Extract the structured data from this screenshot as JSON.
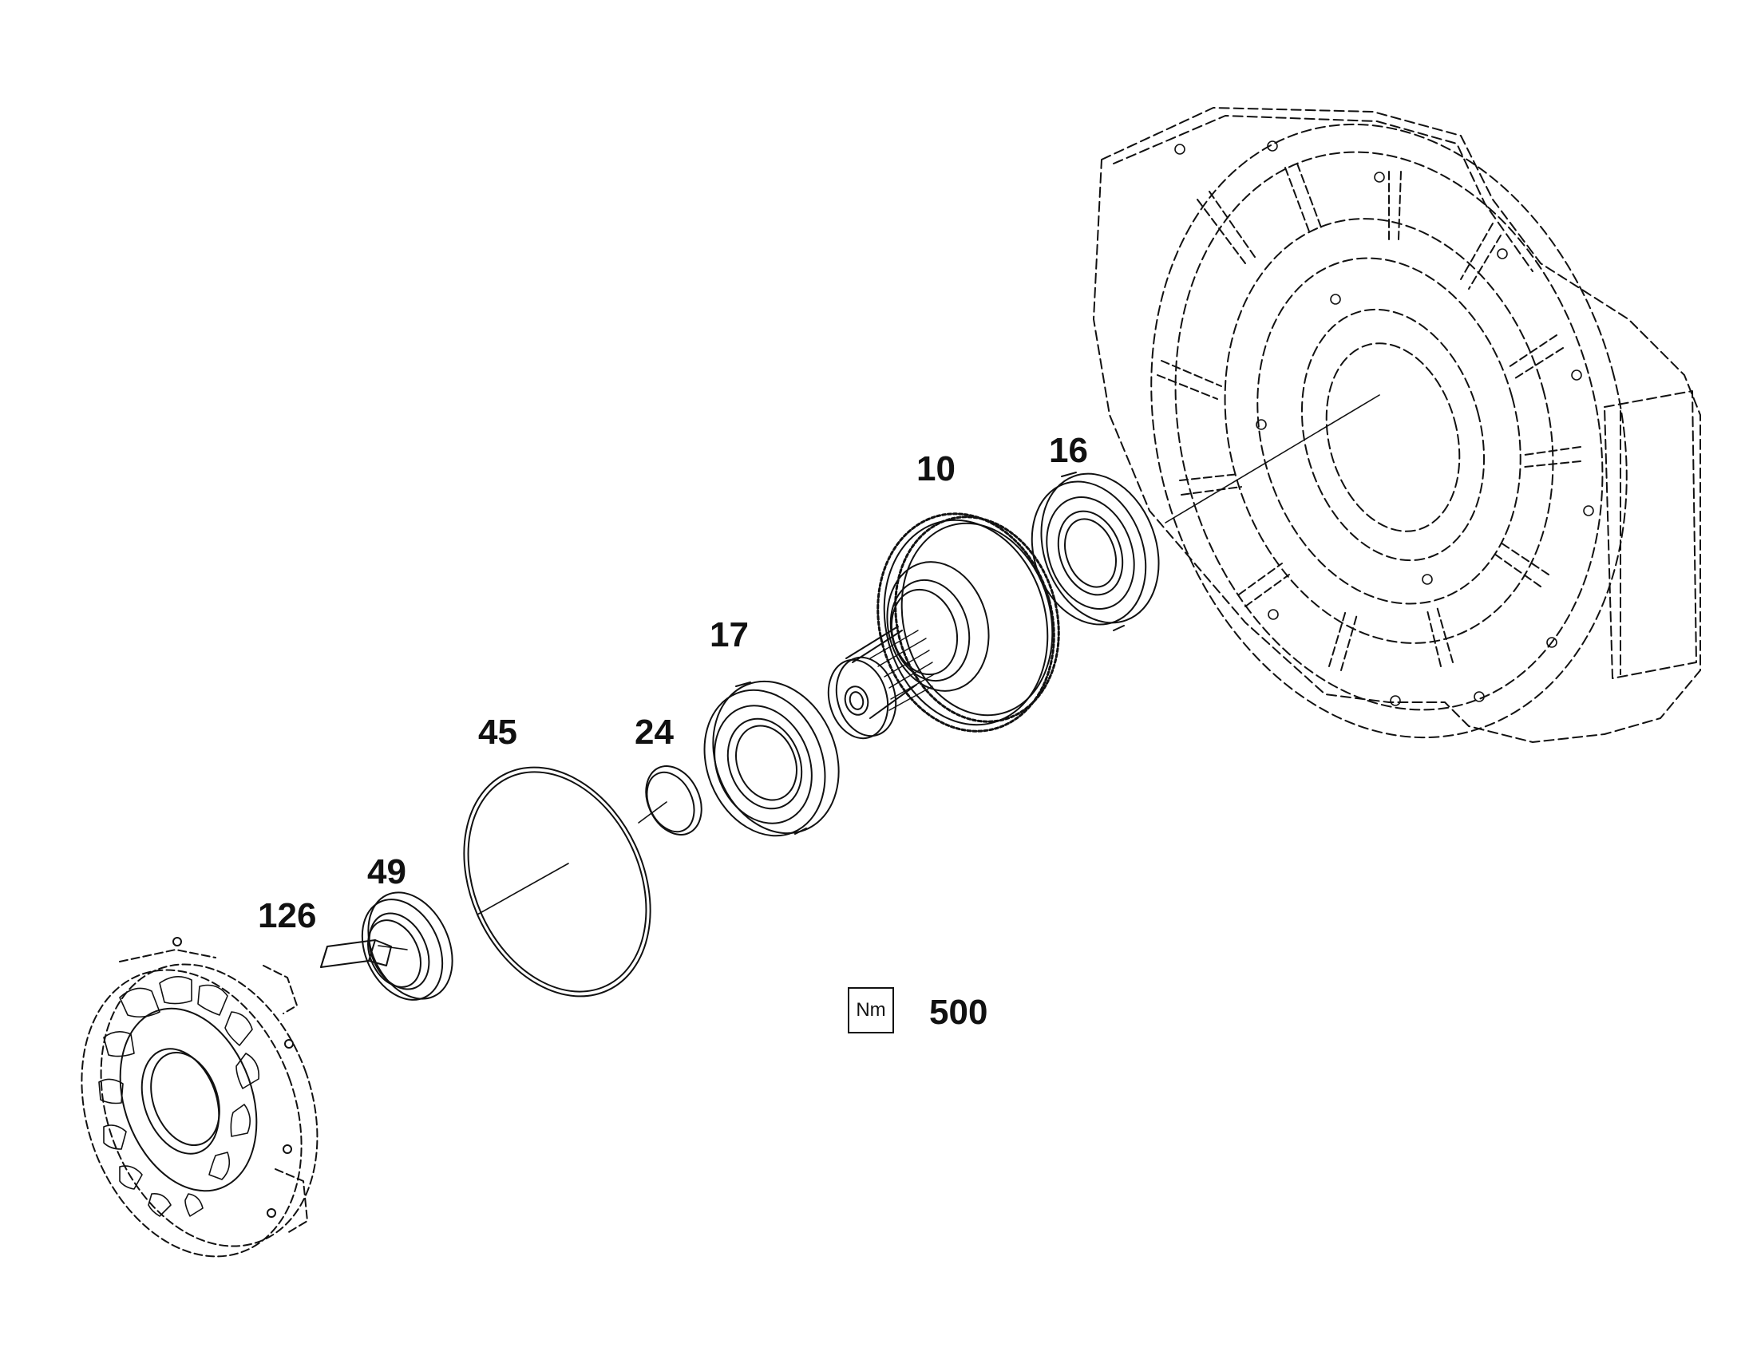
{
  "callouts": {
    "housing_bearing": "16",
    "gear_shaft": "10",
    "bearing": "17",
    "snap_ring": "24",
    "o_ring": "45",
    "seal": "49",
    "key": "126"
  },
  "torque": {
    "unit_label": "Nm",
    "value": "500"
  }
}
